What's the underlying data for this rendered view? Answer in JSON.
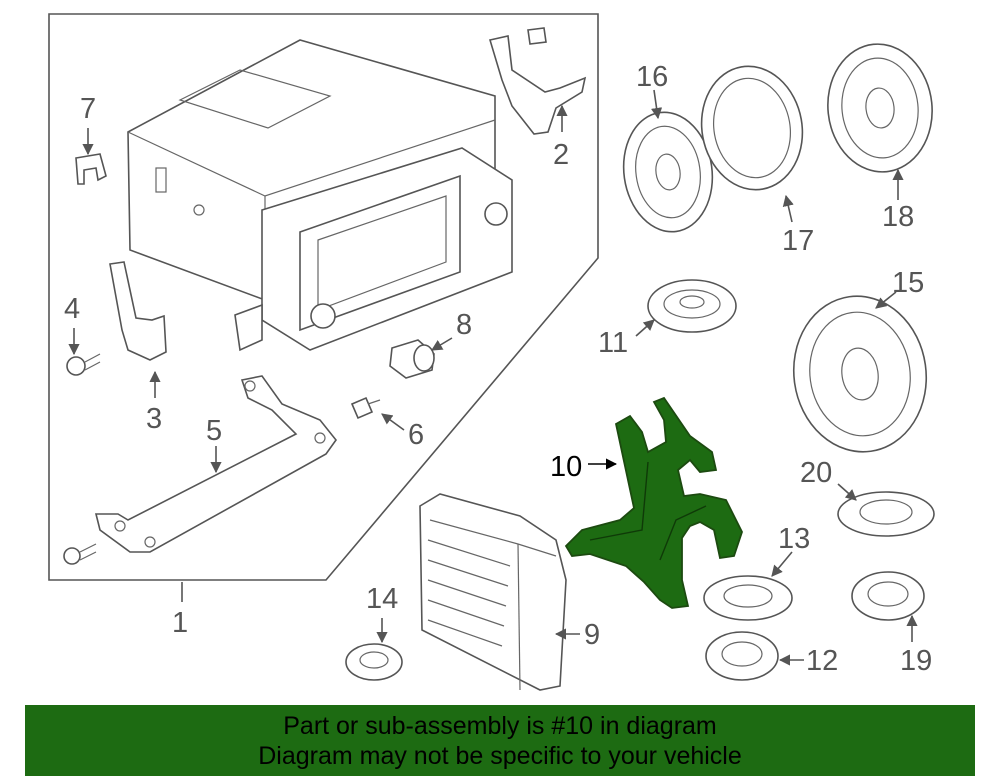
{
  "callouts": {
    "c1": "1",
    "c2": "2",
    "c3": "3",
    "c4": "4",
    "c5": "5",
    "c6": "6",
    "c7": "7",
    "c8": "8",
    "c9": "9",
    "c10": "10",
    "c11": "11",
    "c12": "12",
    "c13": "13",
    "c14": "14",
    "c15": "15",
    "c16": "16",
    "c17": "17",
    "c18": "18",
    "c19": "19",
    "c20": "20"
  },
  "highlight": {
    "part": "10",
    "color": "#1d6b12"
  },
  "banner": {
    "line1": "Part or sub-assembly is #10 in diagram",
    "line2": "Diagram may not be specific to your vehicle",
    "background": "#1d6b12"
  }
}
